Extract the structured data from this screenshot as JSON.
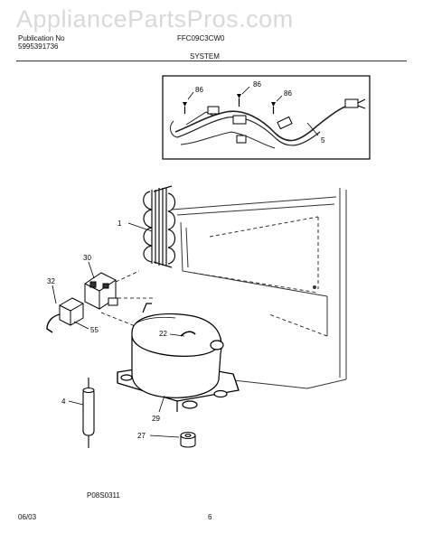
{
  "watermark": "AppliancePartsPros.com",
  "header": {
    "publication_label": "Publication No",
    "publication_number": "5995391736",
    "model": "FFC09C3CW0",
    "section_title": "SYSTEM"
  },
  "callouts": {
    "c86a": "86",
    "c86b": "86",
    "c86c": "86",
    "c5": "5",
    "c1": "1",
    "c30": "30",
    "c32": "32",
    "c55": "55",
    "c22": "22",
    "c4": "4",
    "c29": "29",
    "c27": "27"
  },
  "figure_code": "P08S0311",
  "footer": {
    "date": "06/03",
    "page": "6"
  }
}
